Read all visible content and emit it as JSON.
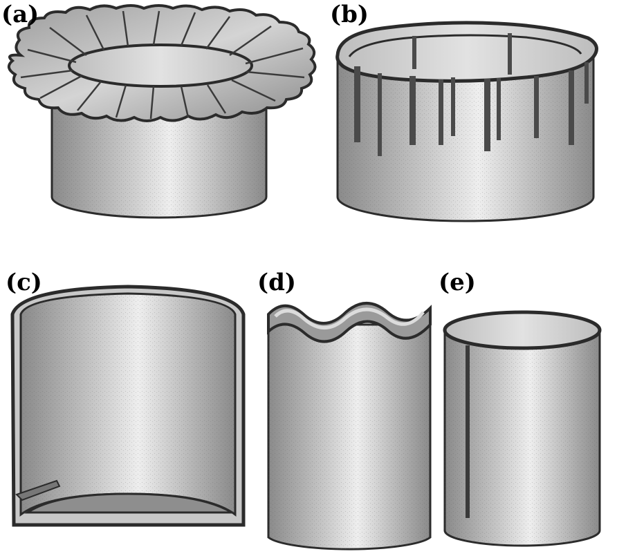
{
  "figure": {
    "panels": [
      {
        "id": "a",
        "label": "(a)",
        "depicts": "cylinder with flared, petal-like serrated top rim and radial cracks"
      },
      {
        "id": "b",
        "label": "(b)",
        "depicts": "wide cylinder with multiple vertical tears descending from top rim"
      },
      {
        "id": "c",
        "label": "(c)",
        "depicts": "cylinder split open along one side, shown as an open shell"
      },
      {
        "id": "d",
        "label": "(d)",
        "depicts": "cylinder with wavy, buckled top edge"
      },
      {
        "id": "e",
        "label": "(e)",
        "depicts": "intact cylinder with a single vertical crack"
      }
    ],
    "colors": {
      "outline": "#2b2b2b",
      "body_light": "#e6e6e6",
      "body_dark": "#7a7a7a",
      "interior": "#9a9a9a"
    }
  }
}
